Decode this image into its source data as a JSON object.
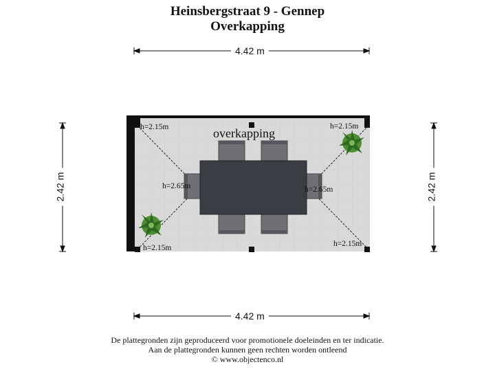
{
  "title": {
    "line1": "Heinsbergstraat 9 - Gennep",
    "line2": "Overkapping"
  },
  "dimensions": {
    "top": "4.42 m",
    "bottom": "4.42 m",
    "left": "2.42 m",
    "right": "2.42 m"
  },
  "room": {
    "name": "overkapping"
  },
  "heights": {
    "top_left": "h=2.15m",
    "top_right": "h=2.15m",
    "bottom_left": "h=2.15m",
    "bottom_right": "h=2.15m",
    "ridge_left": "h=2.65m",
    "ridge_right": "h=2.65m"
  },
  "footer": {
    "line1": "De plattegronden zijn geproduceerd voor promotionele doeleinden en ter indicatie.",
    "line2": "Aan de plattegronden kunnen geen rechten worden ontleend",
    "line3": "© www.objectenco.nl"
  },
  "colors": {
    "floor": "#d9d9d9",
    "wall": "#111111",
    "table": "#3b3d44",
    "chair": "#6e7076",
    "plant": "#3f7f2a"
  },
  "icons": [
    "dining-table",
    "chair",
    "plant"
  ]
}
